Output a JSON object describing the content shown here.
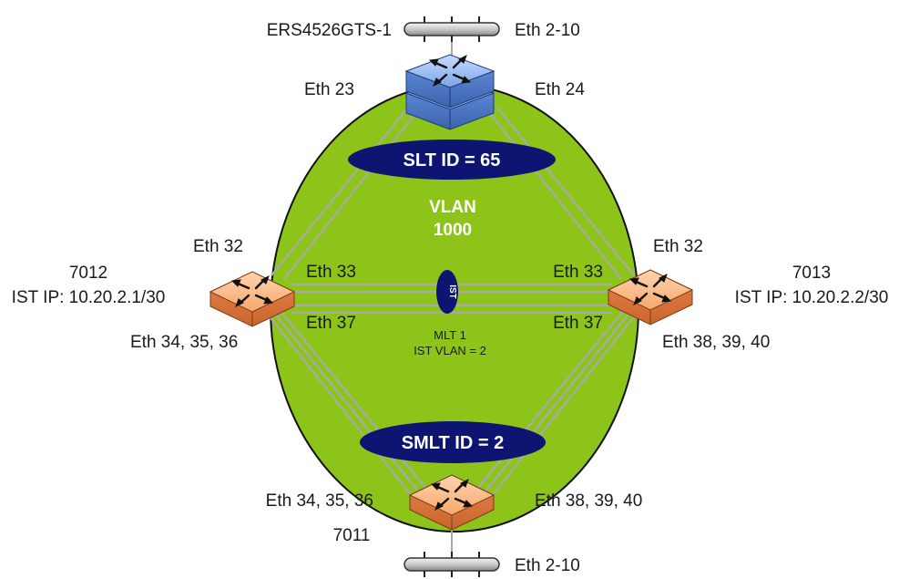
{
  "labels": {
    "top_switch_name": "ERS4526GTS-1",
    "top_uplink": "Eth 2-10",
    "top_left_port": "Eth 23",
    "top_right_port": "Eth 24",
    "slt_id": "SLT ID = 65",
    "vlan_line1": "VLAN",
    "vlan_line2": "1000",
    "left_switch_id": "7012",
    "left_switch_ip": "IST IP: 10.20.2.1/30",
    "left_port_up": "Eth 32",
    "left_port_ist1": "Eth 33",
    "left_port_ist2": "Eth 37",
    "left_port_down": "Eth 34, 35, 36",
    "right_switch_id": "7013",
    "right_switch_ip": "IST IP: 10.20.2.2/30",
    "right_port_up": "Eth 32",
    "right_port_ist1": "Eth 33",
    "right_port_ist2": "Eth 37",
    "right_port_down": "Eth 38, 39, 40",
    "ist": "IST",
    "mlt": "MLT 1",
    "ist_vlan": "IST VLAN = 2",
    "smlt_id": "SMLT ID = 2",
    "bottom_left_port": "Eth 34, 35, 36",
    "bottom_right_port": "Eth 38, 39, 40",
    "bottom_switch_id": "7011",
    "bottom_uplink": "Eth 2-10"
  },
  "colors": {
    "vlan_fill": "#8dc41a",
    "oval_fill": "#0d1472",
    "link": "#a9a9a9",
    "switch_orange": "#f39a5e",
    "switch_blue": "#6e9be0"
  },
  "icons": {
    "top_switch": "stacked-switch-icon",
    "core_switch": "router-icon",
    "uplink": "ethernet-bus-icon"
  }
}
